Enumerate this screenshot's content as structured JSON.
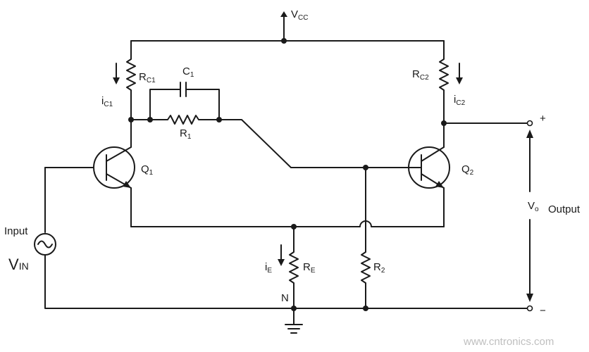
{
  "labels": {
    "vcc": {
      "main": "V",
      "sub": "CC"
    },
    "rc1": {
      "main": "R",
      "sub": "C1"
    },
    "ic1": {
      "main": "i",
      "sub": "C1"
    },
    "c1": {
      "main": "C",
      "sub": "1"
    },
    "r1": {
      "main": "R",
      "sub": "1"
    },
    "rc2": {
      "main": "R",
      "sub": "C2"
    },
    "ic2": {
      "main": "i",
      "sub": "C2"
    },
    "q1": {
      "main": "Q",
      "sub": "1"
    },
    "q2": {
      "main": "Q",
      "sub": "2"
    },
    "ie": {
      "main": "i",
      "sub": "E"
    },
    "re": {
      "main": "R",
      "sub": "E"
    },
    "r2": {
      "main": "R",
      "sub": "2"
    },
    "vo": {
      "main": "V",
      "sub": "o"
    },
    "vin": {
      "main": "V",
      "sub": "IN"
    },
    "node_n": "N",
    "input": "Input",
    "output": "Output",
    "plus": "+",
    "minus": "−"
  },
  "watermark": "www.cntronics.com"
}
